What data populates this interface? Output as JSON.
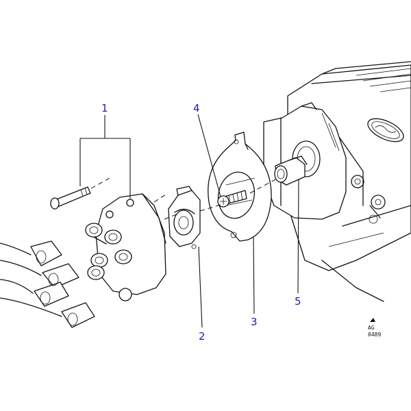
{
  "callouts": {
    "c1": "1",
    "c2": "2",
    "c3": "3",
    "c4": "4",
    "c5": "5"
  },
  "reference": {
    "line1": "AG",
    "line2": "0489"
  },
  "colors": {
    "callout": "#1a1fa8",
    "linework": "#111111",
    "background": "#ffffff"
  }
}
